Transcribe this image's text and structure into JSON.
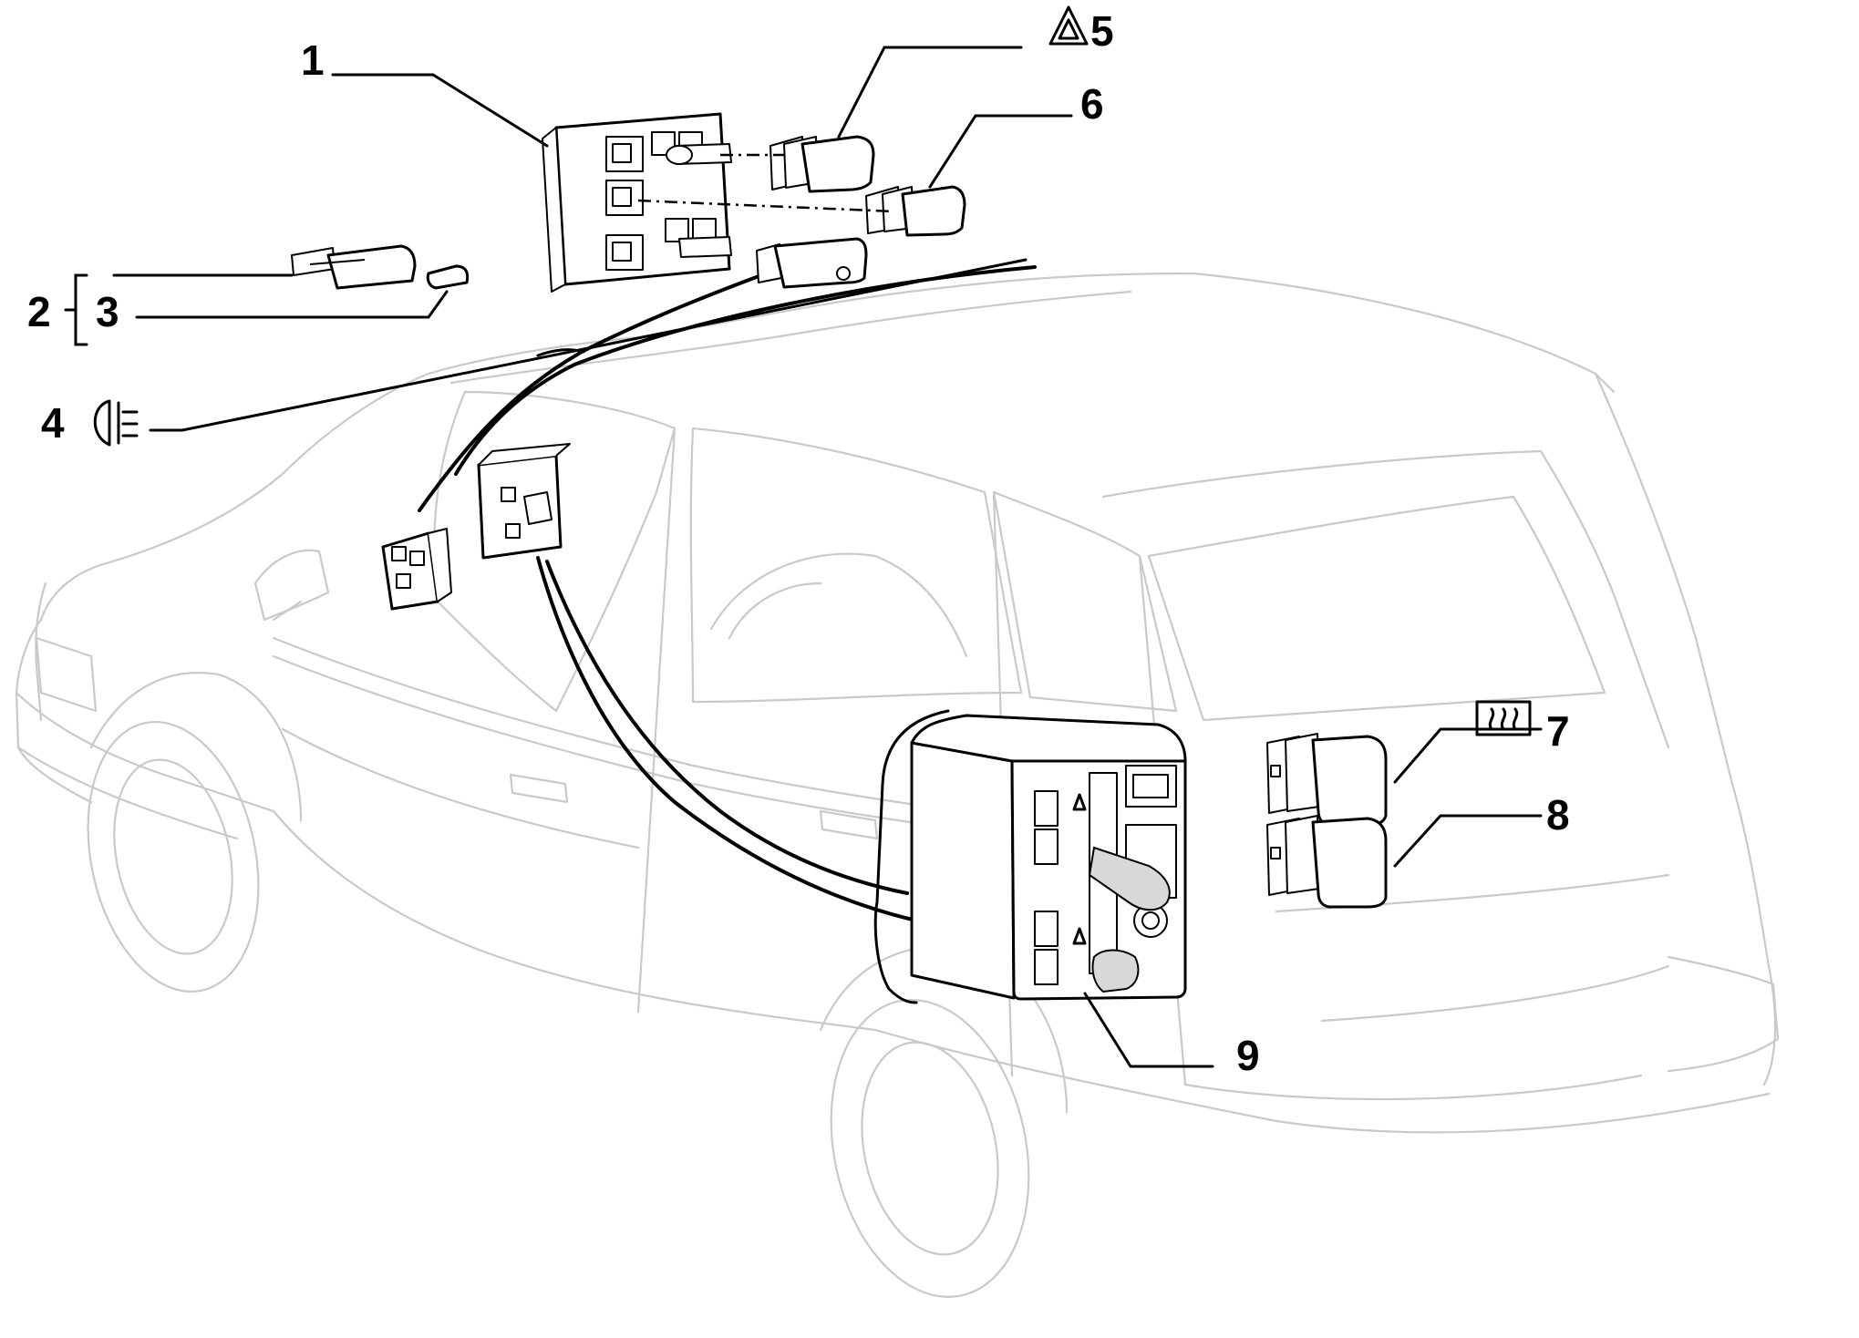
{
  "callouts": [
    {
      "id": "1",
      "label": "1"
    },
    {
      "id": "2",
      "label": "2"
    },
    {
      "id": "3",
      "label": "3"
    },
    {
      "id": "4",
      "label": "4"
    },
    {
      "id": "5",
      "label": "5"
    },
    {
      "id": "6",
      "label": "6"
    },
    {
      "id": "7",
      "label": "7"
    },
    {
      "id": "8",
      "label": "8"
    },
    {
      "id": "9",
      "label": "9"
    }
  ],
  "symbols": {
    "c4": "rear-fog-light-icon",
    "c5": "hazard-warning-icon",
    "c7": "rear-window-heater-icon"
  },
  "colors": {
    "part_outline": "#000000",
    "car_outline": "#c9c9c9",
    "background": "#ffffff"
  }
}
